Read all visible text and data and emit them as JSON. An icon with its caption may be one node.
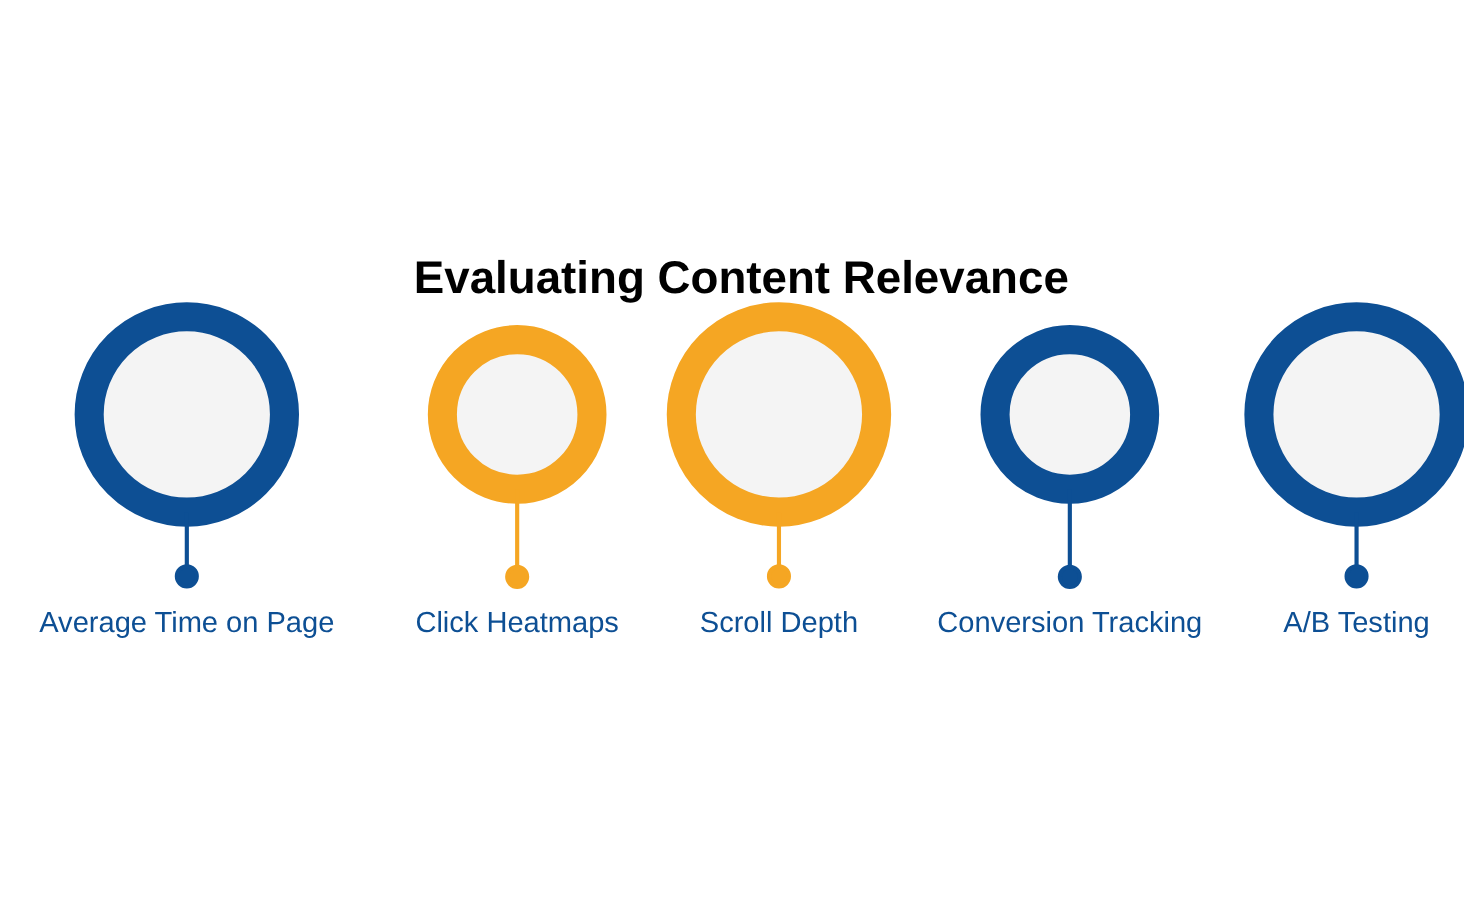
{
  "diagram": {
    "title": "Evaluating Content Relevance",
    "nodes": [
      {
        "text": [],
        "shape": "circle"
      },
      {
        "text": [
          "Average Time on Page"
        ]
      },
      {
        "text": [],
        "shape": "circle"
      },
      {
        "text": [
          "Click Heatmaps"
        ]
      },
      {
        "text": [],
        "shape": "circle"
      },
      {
        "text": [
          "Scroll Depth"
        ]
      },
      {
        "text": [],
        "shape": "circle"
      },
      {
        "text": [
          "Conversion Tracking"
        ]
      },
      {
        "text": [],
        "shape": "circle"
      },
      {
        "text": [
          "A/B Testing"
        ]
      }
    ],
    "edges": [
      {
        "from": 0,
        "to": 1,
        "arrow": "other"
      },
      {
        "from": 2,
        "to": 3,
        "arrow": "other",
        "color": "#f5a623"
      },
      {
        "from": 4,
        "to": 5,
        "arrow": "other",
        "color": "#f5a623"
      },
      {
        "from": 6,
        "to": 7,
        "arrow": "other"
      },
      {
        "from": 8,
        "to": 9,
        "arrow": "other"
      }
    ]
  }
}
